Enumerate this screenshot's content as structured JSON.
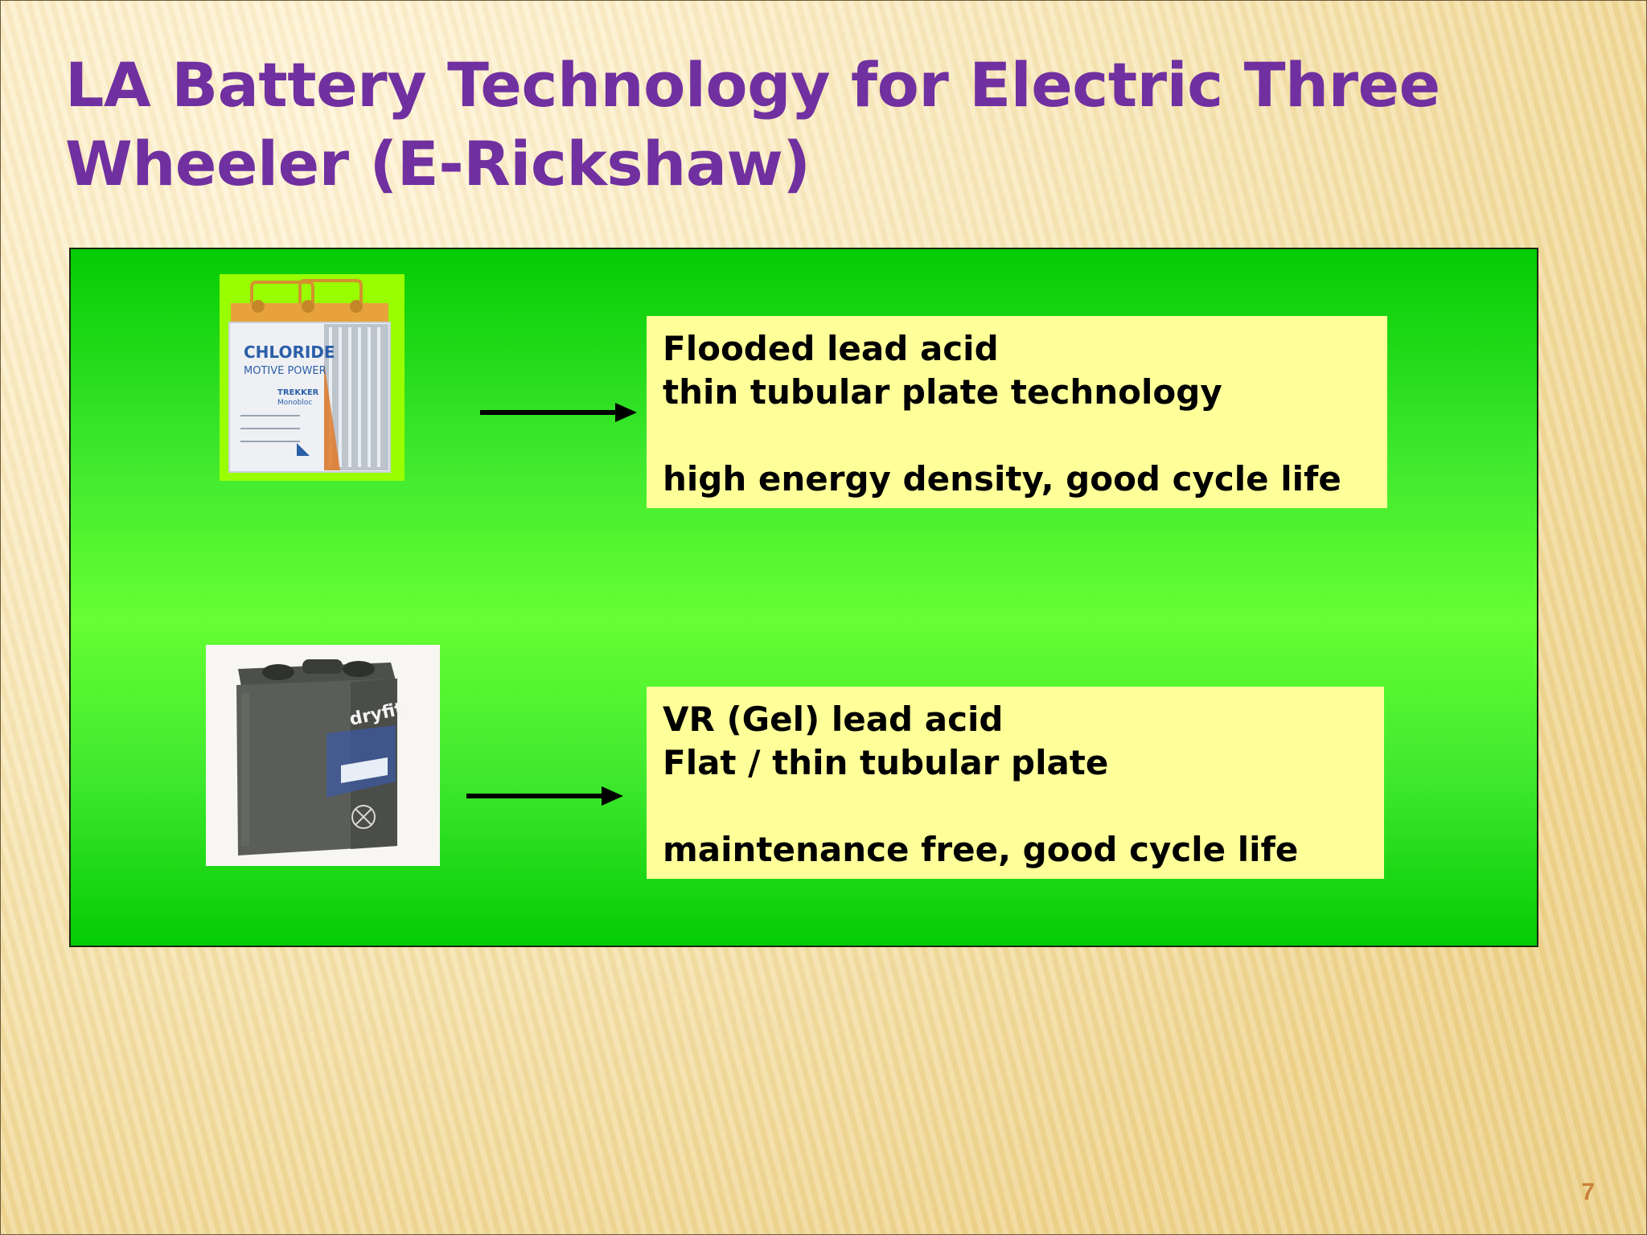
{
  "slide": {
    "title_line1": "LA Battery Technology for Electric Three",
    "title_line2": "Wheeler (E-Rickshaw)",
    "items": [
      {
        "image_icon": "flooded-battery-icon",
        "image_label_brand": "CHLORIDE",
        "image_label_line2": "MOTIVE POWER",
        "image_label_line3": "TREKKER",
        "image_label_line4": "Monobloc",
        "line1": "Flooded lead acid",
        "line2": "thin tubular plate technology",
        "line3": "high energy density, good cycle life"
      },
      {
        "image_icon": "gel-battery-icon",
        "image_label_brand": "dryfit",
        "line1": "VR (Gel) lead acid",
        "line2": "Flat / thin tubular plate",
        "line3": "maintenance free, good cycle life"
      }
    ],
    "page_number": "7"
  },
  "colors": {
    "title": "#7030a0",
    "panel_green": "#04cc04",
    "textbox_fill": "#ffff99",
    "page_number": "#c8823a"
  }
}
